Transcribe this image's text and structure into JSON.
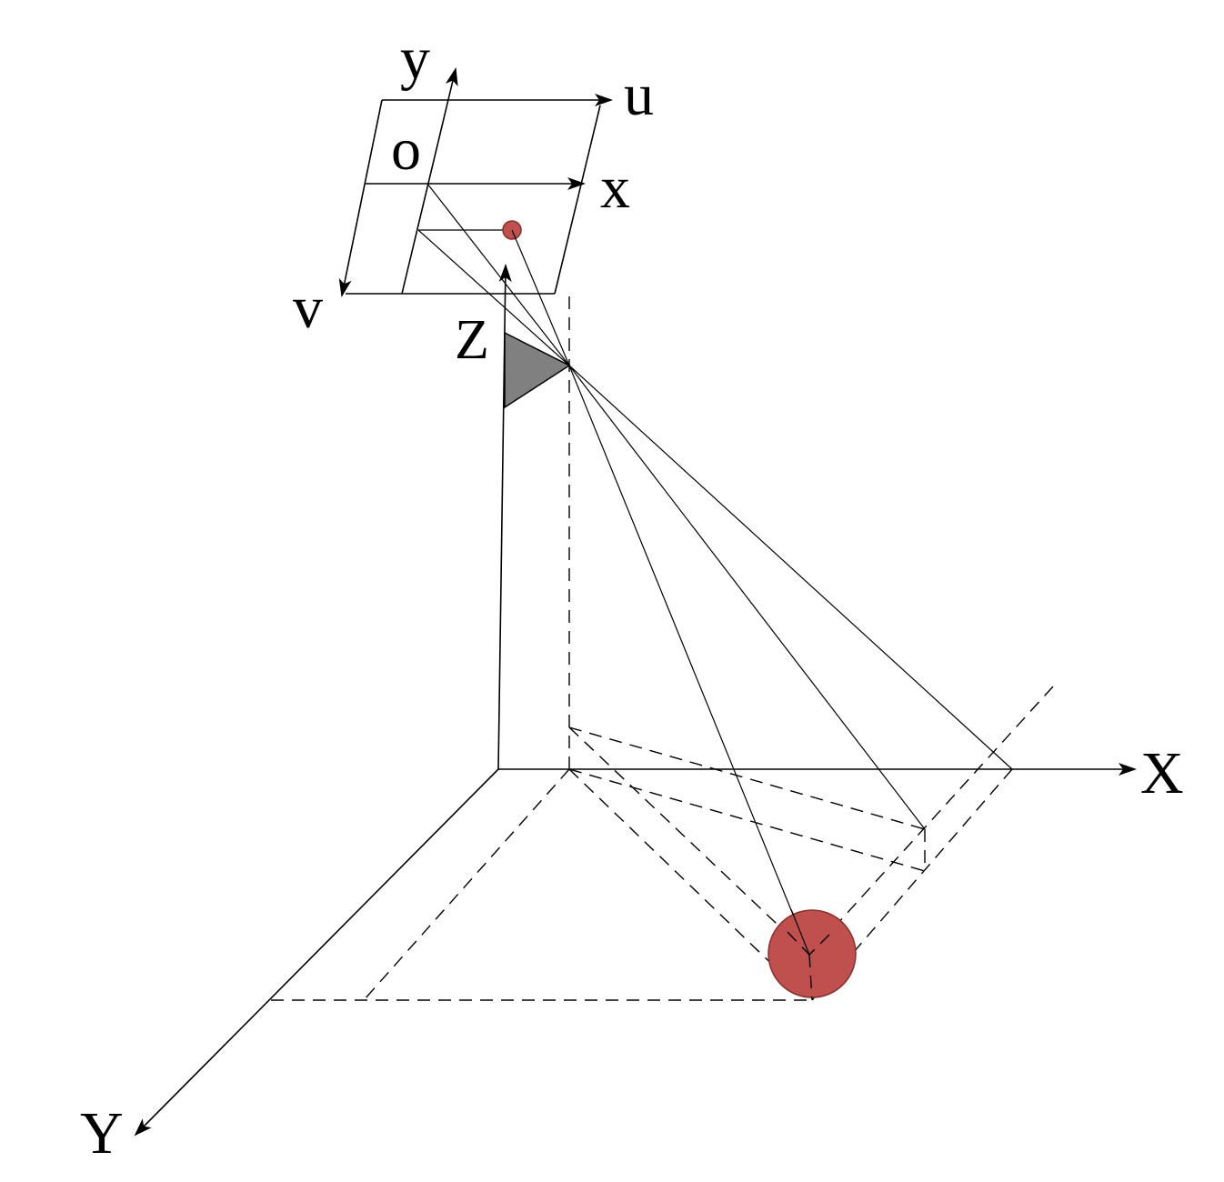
{
  "labels": {
    "y_image": "y",
    "u_pixel": "u",
    "o_origin": "o",
    "x_image": "x",
    "v_pixel": "v",
    "Z_world": "Z",
    "X_world": "X",
    "Y_world": "Y"
  },
  "colors": {
    "object_fill": "#c0504d",
    "object_stroke": "#8b2e2b",
    "camera_fill": "#808080",
    "line": "#000000"
  }
}
